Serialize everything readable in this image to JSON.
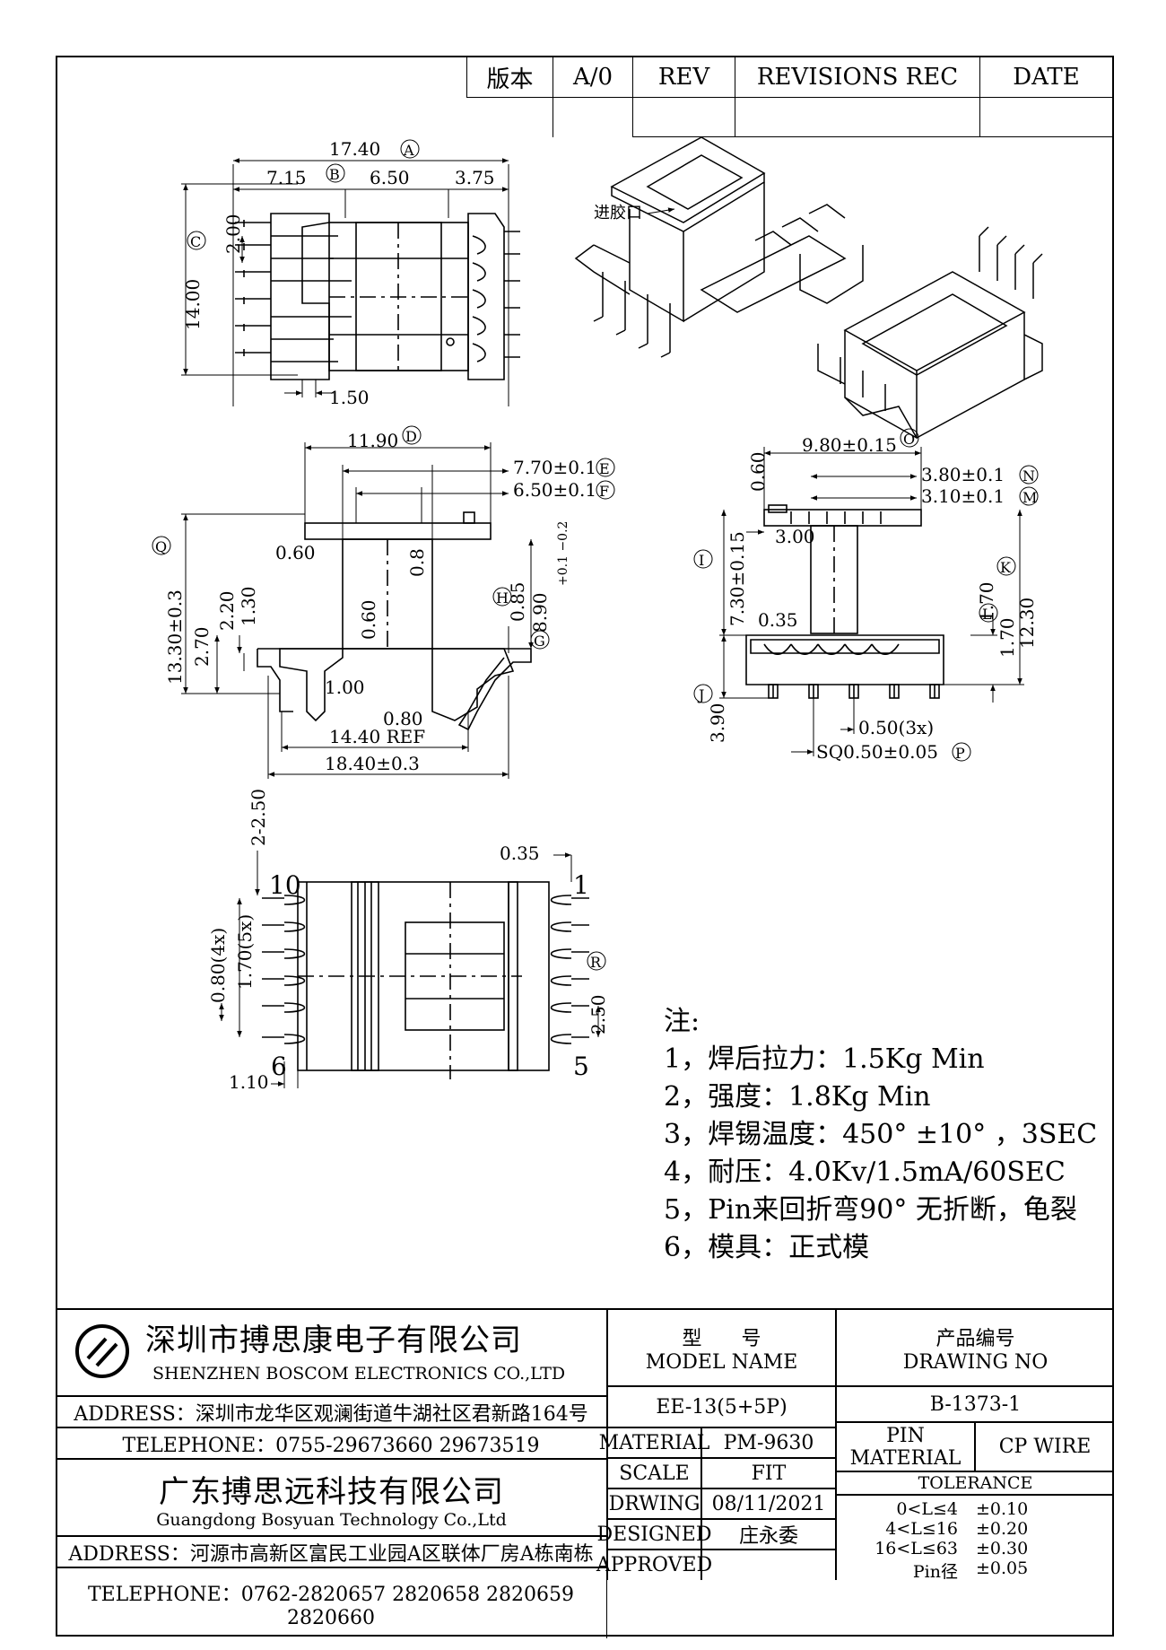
{
  "revision_table": {
    "version_label": "版本",
    "version_value": "A/0",
    "rev_label": "REV",
    "revisions_rec_label": "REVISIONS REC",
    "date_label": "DATE"
  },
  "top_view": {
    "dim_a": "17.40",
    "label_a": "A",
    "dim_b1": "7.15",
    "label_b": "B",
    "dim_b2": "6.50",
    "dim_b3": "3.75",
    "label_c": "C",
    "dim_c1": "2.00",
    "dim_c2": "14.00",
    "dim_bottom": "1.50"
  },
  "iso_view": {
    "gate_label": "进胶口"
  },
  "front_view": {
    "dim_d": "11.90",
    "label_d": "D",
    "dim_e": "7.70±0.1",
    "label_e": "E",
    "dim_f": "6.50±0.1",
    "label_f": "F",
    "dim_q": "13.30±0.3",
    "label_q": "Q",
    "dim_060a": "0.60",
    "dim_08": "0.8",
    "dim_890": "8.90",
    "tol_890": "+0.1 −0.2",
    "dim_060b": "0.60",
    "dim_220": "2.20",
    "dim_130": "1.30",
    "dim_270": "2.70",
    "label_h": "H",
    "dim_h": "0.85",
    "label_g": "G",
    "dim_100": "1.00",
    "dim_080": "0.80",
    "dim_ref": "14.40 REF",
    "dim_total": "18.40±0.3"
  },
  "side_view": {
    "dim_o": "9.80±0.15",
    "label_o": "O",
    "dim_060": "0.60",
    "dim_n": "3.80±0.1",
    "label_n": "N",
    "dim_m": "3.10±0.1",
    "label_m": "M",
    "label_i": "I",
    "dim_i": "7.30±0.15",
    "dim_300": "3.00",
    "label_k": "K",
    "dim_k": "12.30",
    "dim_170a": "1.70",
    "label_l": "L",
    "dim_170b": "1.70",
    "dim_035": "0.35",
    "label_j": "J",
    "dim_j": "3.90",
    "dim_050": "0.50(3x)",
    "dim_p": "SQ0.50±0.05",
    "label_p": "P"
  },
  "bottom_view": {
    "dim_250a": "2-2.50",
    "pin10": "10",
    "pin6": "6",
    "pin1": "1",
    "pin5": "5",
    "dim_170": "1.70(5x)",
    "dim_080": "0.80(4x)",
    "dim_110": "1.10",
    "dim_035": "0.35",
    "label_r": "R",
    "dim_r": "2.50"
  },
  "notes": {
    "title": "注:",
    "items": [
      "1，焊后拉力：1.5Kg Min",
      "2，强度：1.8Kg Min",
      "3，焊锡温度：450° ±10° ，3SEC",
      "4，耐压：4.0Kv/1.5mA/60SEC",
      "5，Pin来回折弯90° 无折断，龟裂",
      "6，模具：正式模"
    ]
  },
  "title_block": {
    "company1_cn": "深圳市搏思康电子有限公司",
    "company1_en": "SHENZHEN BOSCOM ELECTRONICS CO.,LTD",
    "address1": "ADDRESS：深圳市龙华区观澜街道牛湖社区君新路164号",
    "telephone1": "TELEPHONE：0755-29673660 29673519",
    "company2_cn": "广东搏思远科技有限公司",
    "company2_en": "Guangdong Bosyuan Technology Co.,Ltd",
    "address2": "ADDRESS：河源市高新区富民工业园A区联体厂房A栋南栋",
    "telephone2": "TELEPHONE：0762-2820657 2820658 2820659 2820660",
    "model_cn": "型　　号",
    "model_en": "MODEL NAME",
    "model_value": "EE-13(5+5P)",
    "drawing_cn": "产品编号",
    "drawing_en": "DRAWING NO",
    "drawing_value": "B-1373-1",
    "material_label": "MATERIAL",
    "material_value": "PM-9630",
    "scale_label": "SCALE",
    "scale_value": "FIT",
    "drawing_label": "DRWING",
    "drawing_date": "08/11/2021",
    "designed_label": "DESIGNED",
    "designed_value": "庄永委",
    "approved_label": "APPROVED",
    "approved_value": "",
    "pin_material_label": "PIN MATERIAL",
    "pin_material_value": "CP WIRE",
    "tolerance_label": "TOLERANCE",
    "tolerance_rows": [
      {
        "range": "0<L≤4",
        "value": "±0.10"
      },
      {
        "range": "4<L≤16",
        "value": "±0.20"
      },
      {
        "range": "16<L≤63",
        "value": "±0.30"
      },
      {
        "range": "Pin径",
        "value": "±0.05"
      }
    ]
  }
}
